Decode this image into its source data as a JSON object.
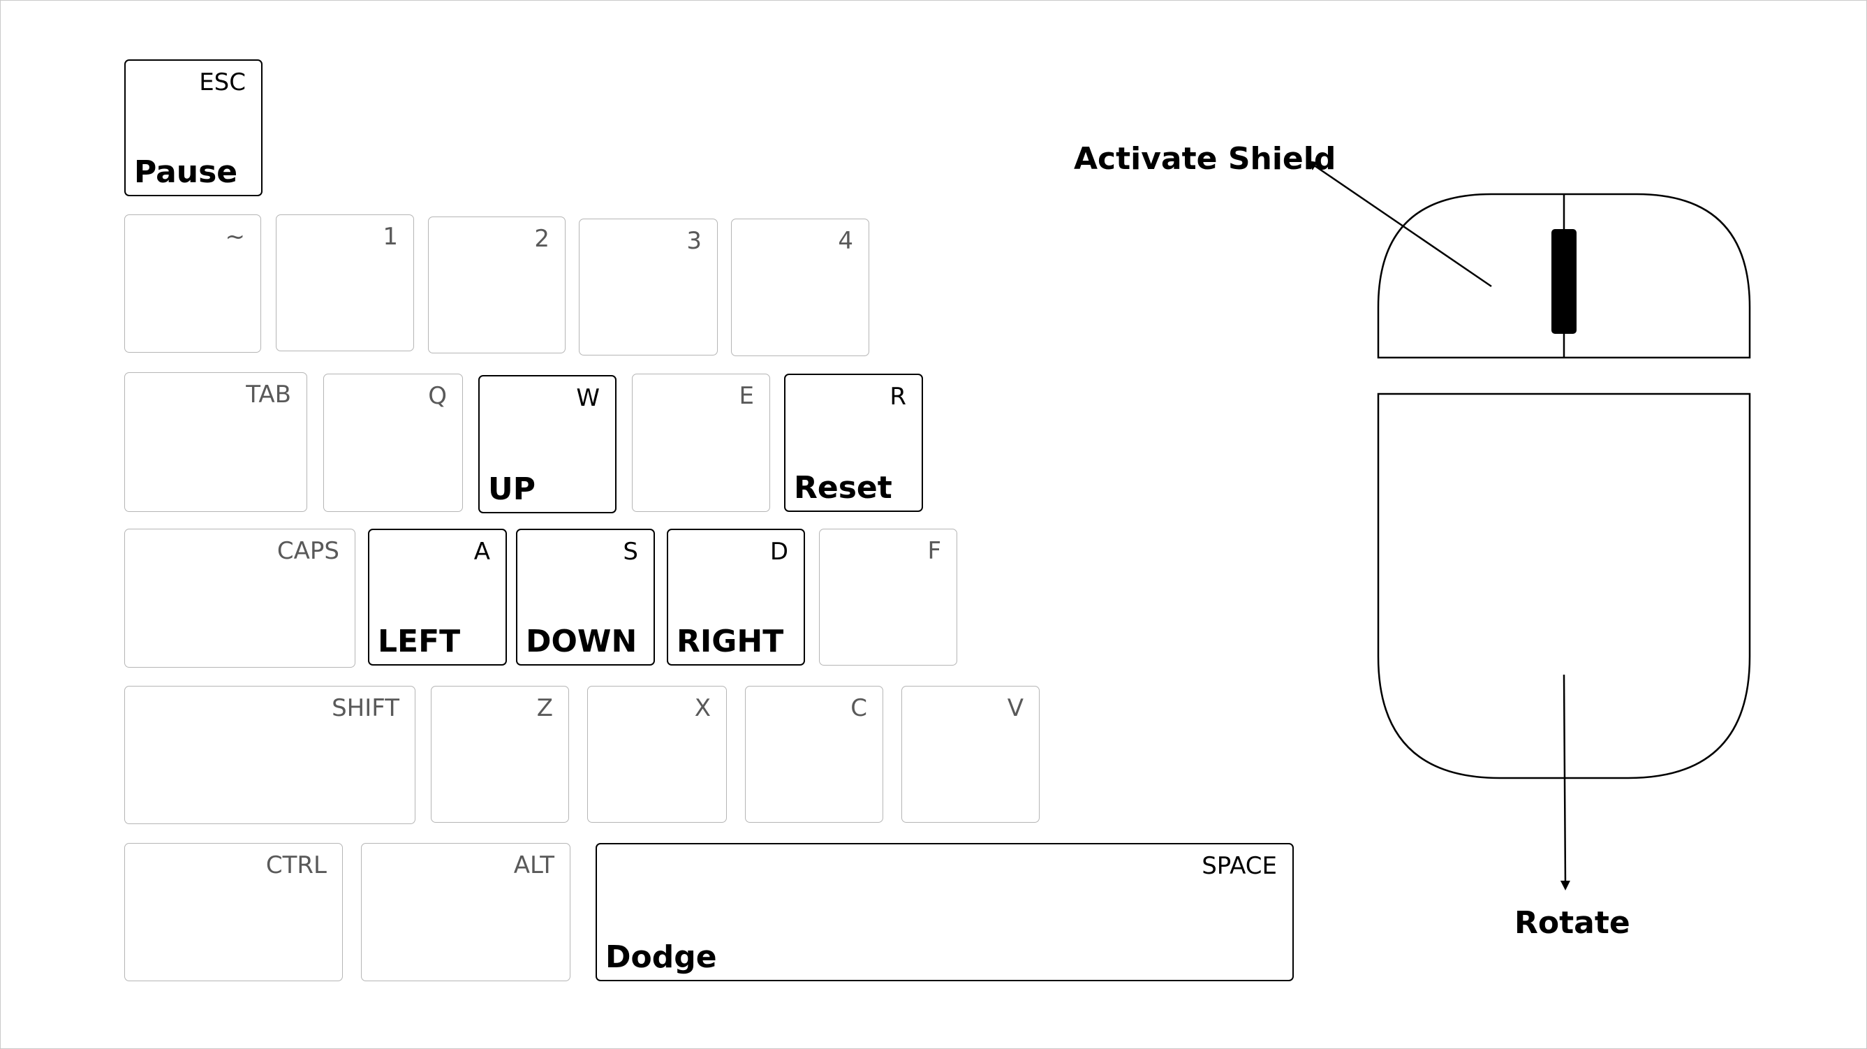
{
  "keyboard": {
    "keys": {
      "esc": {
        "cap": "ESC",
        "action": "Pause"
      },
      "tilde": {
        "cap": "~"
      },
      "k1": {
        "cap": "1"
      },
      "k2": {
        "cap": "2"
      },
      "k3": {
        "cap": "3"
      },
      "k4": {
        "cap": "4"
      },
      "tab": {
        "cap": "TAB"
      },
      "q": {
        "cap": "Q"
      },
      "w": {
        "cap": "W",
        "action": "UP"
      },
      "e": {
        "cap": "E"
      },
      "r": {
        "cap": "R",
        "action": "Reset"
      },
      "caps": {
        "cap": "CAPS"
      },
      "a": {
        "cap": "A",
        "action": "LEFT"
      },
      "s": {
        "cap": "S",
        "action": "DOWN"
      },
      "d": {
        "cap": "D",
        "action": "RIGHT"
      },
      "f": {
        "cap": "F"
      },
      "shift": {
        "cap": "SHIFT"
      },
      "z": {
        "cap": "Z"
      },
      "x": {
        "cap": "X"
      },
      "c": {
        "cap": "C"
      },
      "v": {
        "cap": "V"
      },
      "ctrl": {
        "cap": "CTRL"
      },
      "alt": {
        "cap": "ALT"
      },
      "space": {
        "cap": "SPACE",
        "action": "Dodge"
      }
    }
  },
  "mouse": {
    "left_button_action": "Activate Shield",
    "movement_action": "Rotate"
  },
  "colors": {
    "active_border": "#000000",
    "inactive_border": "#b5b5b5",
    "inactive_text": "#595959"
  }
}
